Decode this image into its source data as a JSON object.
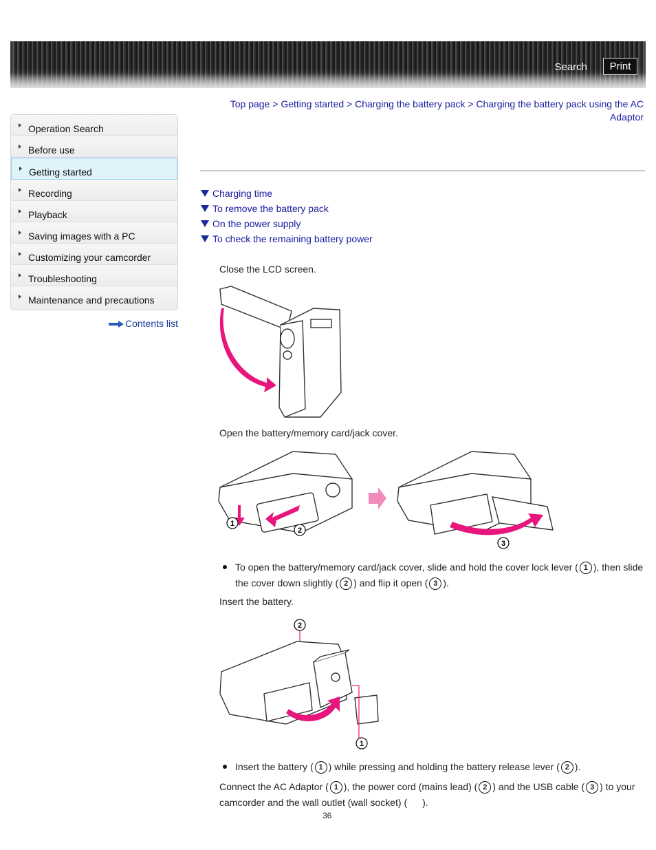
{
  "header": {
    "search_label": "Search",
    "print_label": "Print"
  },
  "sidebar": {
    "items": [
      {
        "label": "Operation Search"
      },
      {
        "label": "Before use"
      },
      {
        "label": "Getting started"
      },
      {
        "label": "Recording"
      },
      {
        "label": "Playback"
      },
      {
        "label": "Saving images with a PC"
      },
      {
        "label": "Customizing your camcorder"
      },
      {
        "label": "Troubleshooting"
      },
      {
        "label": "Maintenance and precautions"
      }
    ],
    "active_index": 2,
    "contents_link": "Contents list"
  },
  "breadcrumb": {
    "items": [
      "Top page",
      "Getting started",
      "Charging the battery pack",
      "Charging the battery pack using the AC Adaptor"
    ],
    "separator": " > "
  },
  "toc": [
    "Charging time",
    "To remove the battery pack",
    "On the power supply",
    "To check the remaining battery power"
  ],
  "steps": {
    "step1": "Close the LCD screen.",
    "step2": "Open the battery/memory card/jack cover.",
    "step2_bullet": {
      "a": "To open the battery/memory card/jack cover, slide and hold the cover lock lever (",
      "n1": "1",
      "b": "), then slide",
      "c": "the cover down slightly (",
      "n2": "2",
      "d": ") and flip it open (",
      "n3": "3",
      "e": ")."
    },
    "step3": "Insert the battery.",
    "step3_bullet": {
      "a": "Insert the battery (",
      "n1": "1",
      "b": ") while pressing and holding the battery release lever (",
      "n2": "2",
      "c": ")."
    },
    "step4": {
      "a": "Connect the AC Adaptor (",
      "n1": "1",
      "b": "), the power cord (mains lead) (",
      "n2": "2",
      "c": ") and the USB cable (",
      "n3": "3",
      "d": ") to your",
      "e": "camcorder and the wall outlet (wall socket) (",
      "f": ")."
    }
  },
  "figure_labels": {
    "one": "1",
    "two": "2",
    "three": "3"
  },
  "page_number": "36",
  "colors": {
    "accent": "#e8157d",
    "link": "#1a1aa0",
    "active_nav": "#dff3fb"
  }
}
